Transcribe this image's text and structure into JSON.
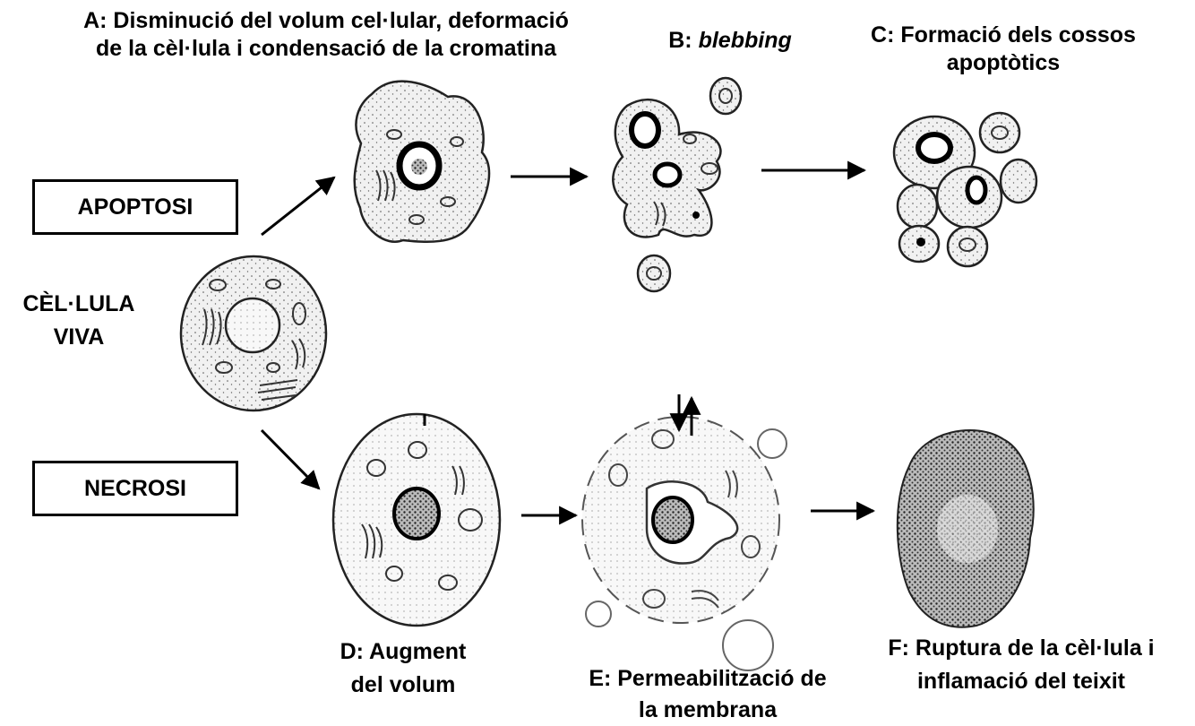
{
  "labels": {
    "apoptosis_box": "APOPTOSI",
    "necrosis_box": "NECROSI",
    "living_cell_line1": "CÈL·LULA",
    "living_cell_line2": "VIVA",
    "a_line1": "A: Disminució del volum cel·lular, deformació",
    "a_line2": "de la cèl·lula i condensació de la cromatina",
    "b_prefix": "B:",
    "b_italic": "blebbing",
    "c_line1": "C: Formació dels cossos",
    "c_line2": "apoptòtics",
    "d_line1": "D: Augment",
    "d_line2": "del volum",
    "e_line1": "E: Permeabilització de",
    "e_line2": "la membrana",
    "f_line1": "F: Ruptura de la cèl·lula i",
    "f_line2": "inflamació del teixit"
  },
  "colors": {
    "ink": "#000000",
    "cell_fill": "#ececec",
    "paper": "#ffffff"
  }
}
